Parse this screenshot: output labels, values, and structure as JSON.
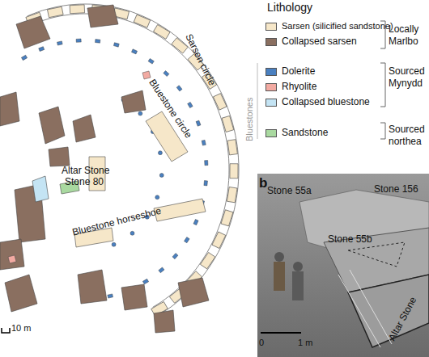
{
  "diagram": {
    "labels": [
      "Lithology",
      "Locally",
      "Marlbo",
      "Bluestones",
      "Sourced",
      "Mynydd",
      "Sourced",
      "northea",
      "Sarsen circle",
      "Bluestone circle",
      "Altar Stone",
      "Stone 80",
      "Bluestone horseshoe",
      "10 m",
      "b",
      "Stone 55a",
      "Stone 156",
      "Stone 55b",
      "Altar Stone",
      "0",
      "1 m"
    ],
    "legend": [
      {
        "text": "Sarsen (silicified sandstone)",
        "color": "#f6e7c9"
      },
      {
        "text": "Collapsed sarsen",
        "color": "#8a6f60"
      },
      {
        "text": "Dolerite",
        "color": "#4a80c0"
      },
      {
        "text": "Rhyolite",
        "color": "#f2aaa2"
      },
      {
        "text": "Collapsed bluestone",
        "color": "#c4e4f4"
      },
      {
        "text": "Sandstone",
        "color": "#a9d9a0"
      }
    ]
  }
}
